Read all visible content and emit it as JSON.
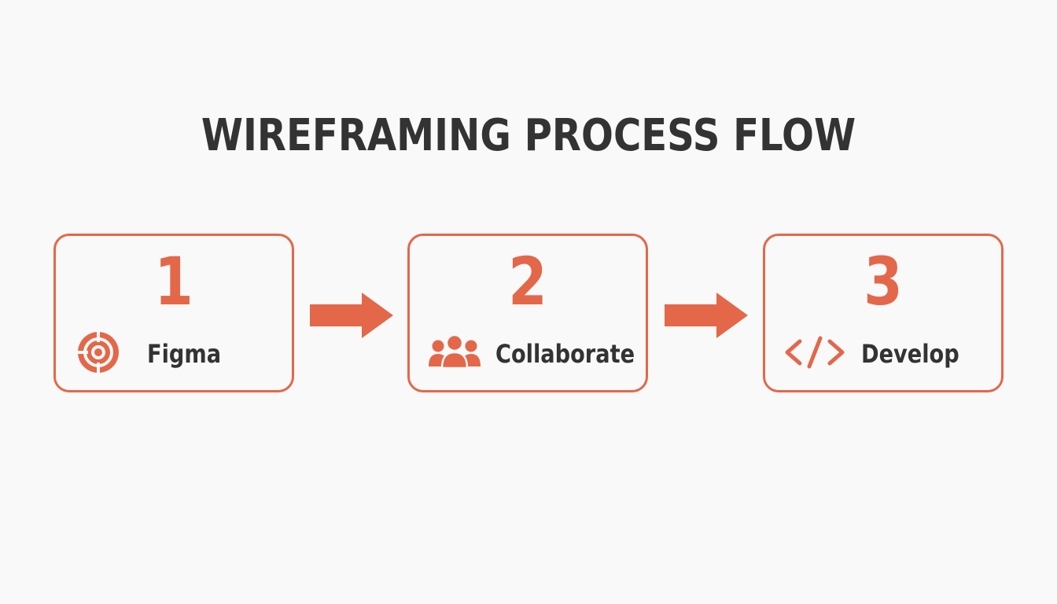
{
  "title": "WIREFRAMING PROCESS FLOW",
  "colors": {
    "accent": "#e4674a",
    "text": "#333333",
    "background": "#f8f9f8"
  },
  "steps": [
    {
      "number": "1",
      "label": "Figma",
      "icon": "figma-target-icon"
    },
    {
      "number": "2",
      "label": "Collaborate",
      "icon": "users-group-icon"
    },
    {
      "number": "3",
      "label": "Develop",
      "icon": "code-brackets-icon"
    }
  ]
}
